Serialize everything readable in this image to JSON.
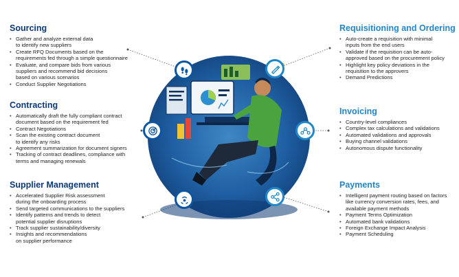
{
  "sections": {
    "sourcing": {
      "title": "Sourcing",
      "items": [
        "Gather and analyze external data",
        "to identify new suppliers",
        "Create RFQ Documents based on the",
        "requirements fed through a simple questionnaire",
        "Evaluate, and compare  bids from various",
        "suppliers and recommend bid decisions",
        "based on various scenarios",
        "Conduct Supplier Negotiations"
      ],
      "bullets": [
        true,
        false,
        true,
        false,
        true,
        false,
        false,
        true
      ]
    },
    "contracting": {
      "title": "Contracting",
      "items": [
        "Automatically draft the  fully compliant contract",
        "document based on the requirement fed",
        "Contract Negotiations",
        "Scan the existing contract document",
        "to identify any risks",
        "Agreement summarization for document signers",
        "Tracking of contract deadlines, compliance with",
        "terms and managing renewals"
      ],
      "bullets": [
        true,
        false,
        true,
        true,
        false,
        true,
        true,
        false
      ]
    },
    "supplier_management": {
      "title": "Supplier Management",
      "items": [
        "Accelerated Supplier Risk assessment",
        "during the onboarding process",
        "Send targeted communications to the suppliers",
        "Identify patterns and trends to detect",
        "potential supplier disruptions",
        "Track supplier sustainability/diversity",
        "Insights and recommendations",
        "on supplier performance"
      ],
      "bullets": [
        true,
        false,
        true,
        true,
        false,
        true,
        true,
        false
      ]
    },
    "requisitioning": {
      "title": "Requisitioning and Ordering",
      "items": [
        "Auto-create a requisition with minimal",
        "inputs from the end users",
        "Validate if the requisition can be auto-",
        "approved based on the procurement policy",
        "Highlight key policy deviations in the",
        "requisition to the approvers",
        "Demand Predictions"
      ],
      "bullets": [
        true,
        false,
        true,
        false,
        true,
        false,
        true
      ]
    },
    "invoicing": {
      "title": "Invoicing",
      "items": [
        "Country-level compliances",
        "Complex tax calculations and validations",
        "Automated validations and approvals",
        "Buying channel validations",
        "Autonomous dispute functionality"
      ],
      "bullets": [
        true,
        true,
        true,
        true,
        true
      ]
    },
    "payments": {
      "title": "Payments",
      "items": [
        "Intelligent payment routing based on factors",
        "like currency conversion rates, fees, and",
        "available payment methods",
        "Payment Terms Optimization",
        "Automated bank validations",
        "Foreign Exchange Impact Analysis",
        "Payment Scheduling"
      ],
      "bullets": [
        true,
        false,
        false,
        true,
        true,
        true,
        true
      ]
    }
  },
  "icons": [
    "footprints-icon",
    "radar-icon",
    "voice-wave-icon",
    "pen-icon",
    "nodes-icon",
    "share-icon"
  ],
  "colors": {
    "dark_blue": "#0b3a78",
    "light_blue": "#1f87c9",
    "badge_border": "#0b56a3"
  }
}
